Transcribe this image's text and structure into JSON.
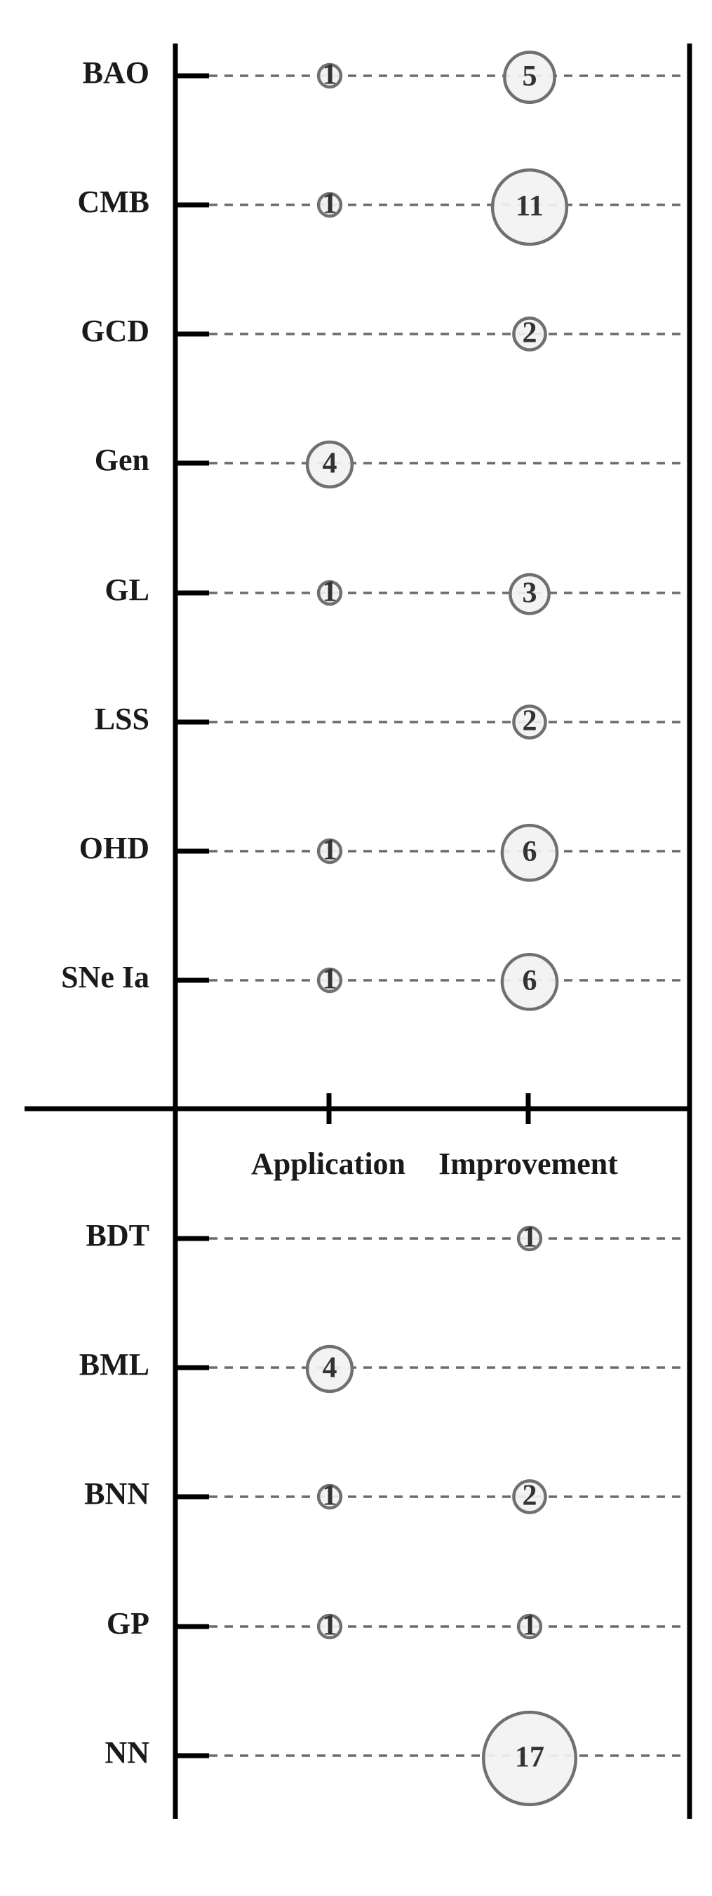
{
  "chart_data": {
    "type": "bubble",
    "categories": [
      "Application",
      "Improvement"
    ],
    "panels": [
      {
        "rows": [
          {
            "label": "BAO",
            "values": [
              1,
              5
            ]
          },
          {
            "label": "CMB",
            "values": [
              1,
              11
            ]
          },
          {
            "label": "GCD",
            "values": [
              null,
              2
            ]
          },
          {
            "label": "Gen",
            "values": [
              4,
              null
            ]
          },
          {
            "label": "GL",
            "values": [
              1,
              3
            ]
          },
          {
            "label": "LSS",
            "values": [
              null,
              2
            ]
          },
          {
            "label": "OHD",
            "values": [
              1,
              6
            ]
          },
          {
            "label": "SNe Ia",
            "values": [
              1,
              6
            ]
          }
        ]
      },
      {
        "rows": [
          {
            "label": "BDT",
            "values": [
              null,
              1
            ]
          },
          {
            "label": "BML",
            "values": [
              4,
              null
            ]
          },
          {
            "label": "BNN",
            "values": [
              1,
              2
            ]
          },
          {
            "label": "GP",
            "values": [
              1,
              1
            ]
          },
          {
            "label": "NN",
            "values": [
              null,
              17
            ]
          }
        ]
      }
    ],
    "grid": false,
    "legend": "none"
  }
}
